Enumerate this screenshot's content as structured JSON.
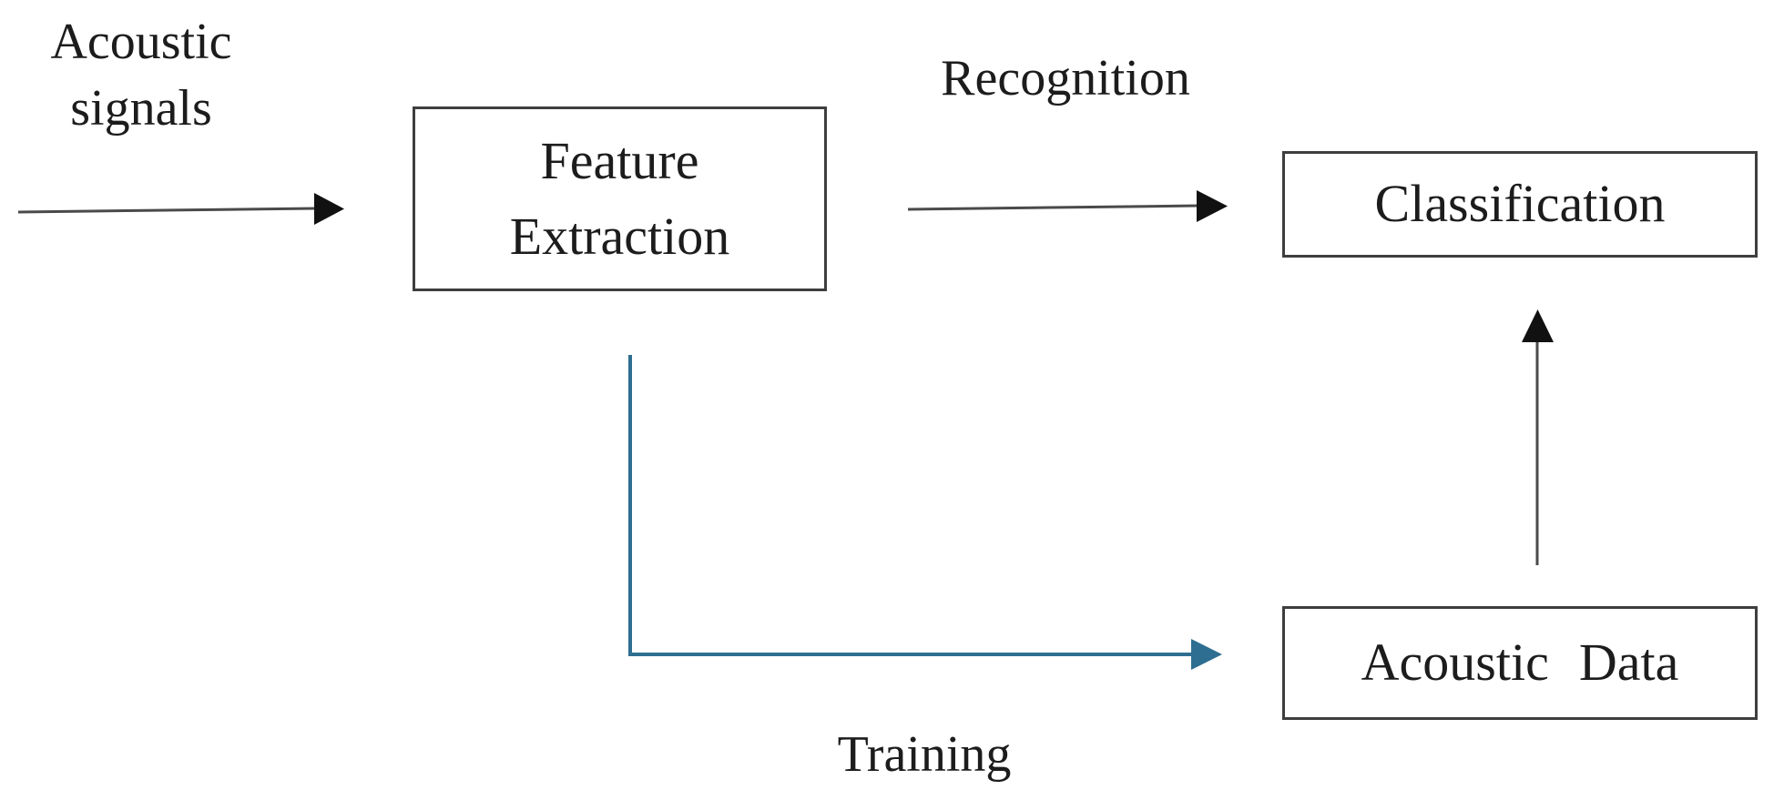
{
  "diagram": {
    "type": "flowchart",
    "nodes": {
      "feature_extraction": {
        "label": "Feature\nExtraction"
      },
      "classification": {
        "label": "Classification"
      },
      "acoustic_data": {
        "label": "Acoustic Data"
      }
    },
    "edges": [
      {
        "id": "input-arrow",
        "label": "Acoustic\nsignals",
        "from": "acoustic-signals-input",
        "to": "feature_extraction",
        "color": "#1f1f1f",
        "direction": "right"
      },
      {
        "id": "recognition-arrow",
        "label": "Recognition",
        "from": "feature_extraction",
        "to": "classification",
        "color": "#1f1f1f",
        "direction": "right"
      },
      {
        "id": "training-arrow",
        "label": "Training",
        "from": "feature_extraction",
        "to": "acoustic_data",
        "color": "#2e6e91",
        "direction": "down-then-right"
      },
      {
        "id": "feedback-arrow",
        "label": "",
        "from": "acoustic_data",
        "to": "classification",
        "color": "#1f1f1f",
        "direction": "up"
      }
    ]
  },
  "colors": {
    "background": "#ffffff",
    "text": "#1c1c1c",
    "box_border": "#3e3e3e",
    "arrow_black_line": "#4a4a4a",
    "arrow_black_head": "#111111",
    "arrow_blue": "#2e6e91"
  }
}
